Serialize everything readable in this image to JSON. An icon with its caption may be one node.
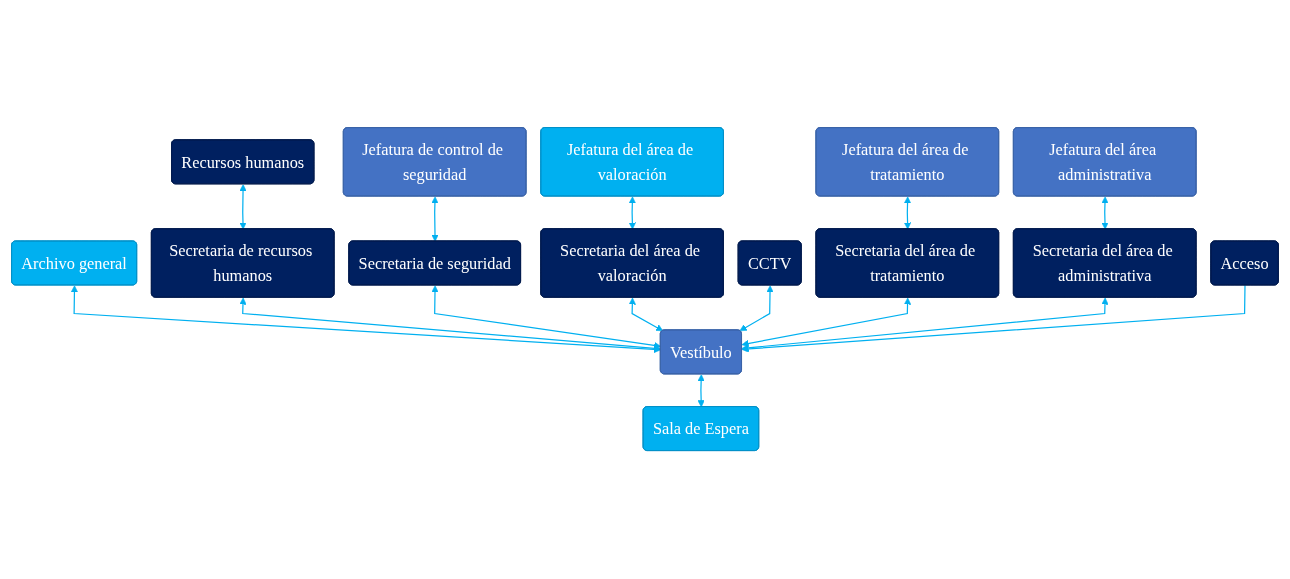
{
  "diagram": {
    "nodes": [
      {
        "text": [
          "Archivo general"
        ]
      },
      {
        "text": [
          "Recursos humanos"
        ]
      },
      {
        "text": [
          "Secretaria de recursos humanos"
        ]
      },
      {
        "text": [
          "Jefatura de control de seguridad"
        ]
      },
      {
        "text": [
          "Secretaria de seguridad"
        ]
      },
      {
        "text": [
          "Jefatura del área de valoración"
        ]
      },
      {
        "text": [
          "Secretaria del área de valoración"
        ]
      },
      {
        "text": [
          "CCTV"
        ]
      },
      {
        "text": [
          "Jefatura del área de tratamiento"
        ]
      },
      {
        "text": [
          "Secretaria del área de tratamiento"
        ]
      },
      {
        "text": [
          "Jefatura del área administrativa"
        ]
      },
      {
        "text": [
          "Secretaria del área de administrativa"
        ]
      },
      {
        "text": [
          "Vestíbulo"
        ]
      },
      {
        "text": [
          "Acceso"
        ]
      },
      {
        "text": [
          "Sala de Espera"
        ]
      }
    ],
    "edges": [
      {
        "from": 0,
        "to": 12,
        "arrow": "both"
      },
      {
        "from": 1,
        "to": 2,
        "arrow": "both"
      },
      {
        "from": 2,
        "to": 12,
        "arrow": "both"
      },
      {
        "from": 3,
        "to": 4,
        "arrow": "both"
      },
      {
        "from": 4,
        "to": 12,
        "arrow": "both"
      },
      {
        "from": 5,
        "to": 6,
        "arrow": "both"
      },
      {
        "from": 6,
        "to": 12,
        "arrow": "both"
      },
      {
        "from": 7,
        "to": 12,
        "arrow": "both"
      },
      {
        "from": 8,
        "to": 9,
        "arrow": "both"
      },
      {
        "from": 9,
        "to": 12,
        "arrow": "both"
      },
      {
        "from": 10,
        "to": 11,
        "arrow": "both"
      },
      {
        "from": 11,
        "to": 12,
        "arrow": "both"
      },
      {
        "from": 13,
        "to": 12,
        "arrow": "to"
      },
      {
        "from": 12,
        "to": 14,
        "arrow": "both"
      }
    ]
  }
}
